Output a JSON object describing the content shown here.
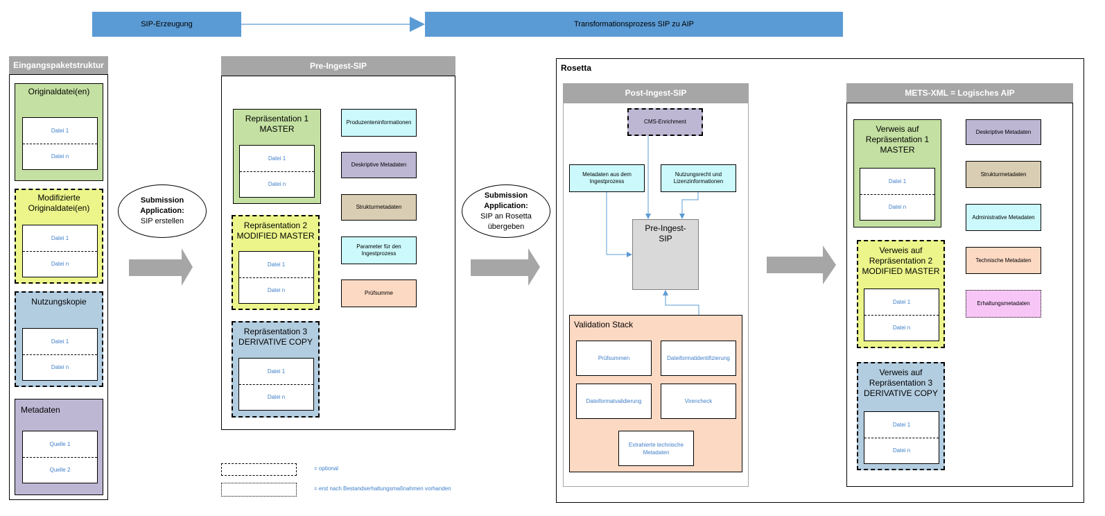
{
  "top": {
    "left_bar": "SIP-Erzeugung",
    "right_bar": "Transformationsprozess SIP zu AIP"
  },
  "ep": {
    "header": "Eingangspaketstruktur",
    "orig": {
      "title": "Originaldatei(en)",
      "f1": "Datei 1",
      "f2": "Datei n"
    },
    "mod": {
      "title": "Modifizierte Originaldatei(en)",
      "f1": "Datei 1",
      "f2": "Datei n"
    },
    "nutz": {
      "title": "Nutzungskopie",
      "f1": "Datei 1",
      "f2": "Datei n"
    },
    "meta": {
      "title": "Metadaten",
      "f1": "Quelle 1",
      "f2": "Quelle 2"
    }
  },
  "sub1": {
    "l1": "Submission",
    "l2": "Application:",
    "l3": "SIP erstellen"
  },
  "pre": {
    "header": "Pre-Ingest-SIP",
    "rep1": {
      "title": "Repräsentation 1 MASTER",
      "f1": "Datei 1",
      "f2": "Datei n"
    },
    "rep2": {
      "title": "Repräsentation 2 MODIFIED MASTER",
      "f1": "Datei 1",
      "f2": "Datei n"
    },
    "rep3": {
      "title": "Repräsentation 3 DERIVATIVE COPY",
      "f1": "Datei 1",
      "f2": "Datei n"
    },
    "m1": "Produzenteninformationen",
    "m2": "Deskriptive Metadaten",
    "m3": "Strukturmetadaten",
    "m4": "Parameter für den Ingestprozess",
    "m5": "Prüfsumme"
  },
  "legend": {
    "optional": "= optional",
    "later": "= erst nach Bestandserhaltungsmaßnahmen vorhanden"
  },
  "sub2": {
    "l1": "Submission",
    "l2": "Application:",
    "l3": "SIP an Rosetta",
    "l4": "übergeben"
  },
  "rosetta": {
    "title": "Rosetta",
    "post": {
      "header": "Post-Ingest-SIP",
      "cms": "CMS-Enrichment",
      "meta_ingest": "Metadaten aus dem Ingestprozess",
      "nutzung": "Nutzungsrecht und Lizenzinformationen",
      "preingest": "Pre-Ingest-SIP",
      "validation": {
        "title": "Validation Stack",
        "v1": "Prüfsummen",
        "v2": "Dateiformatidentifizierung",
        "v3": "Dateiformatvalidierung",
        "v4": "Virencheck",
        "v5": "Extrahierte technische Metadaten"
      }
    },
    "mets": {
      "header": "METS-XML = Logisches AIP",
      "rep1": {
        "title": "Verweis auf Repräsentation 1 MASTER",
        "f1": "Datei 1",
        "f2": "Datei n"
      },
      "rep2": {
        "title": "Verweis auf Repräsentation 2 MODIFIED MASTER",
        "f1": "Datei 1",
        "f2": "Datei n"
      },
      "rep3": {
        "title": "Verweis auf Repräsentation 3 DERIVATIVE COPY",
        "f1": "Datei 1",
        "f2": "Datei n"
      },
      "m1": "Deskriptive Metadaten",
      "m2": "Strukturmetadaten",
      "m3": "Administrative Metadaten",
      "m4": "Technische Metadaten",
      "m5": "Erhaltungsmetadaten"
    }
  },
  "colors": {
    "blue_bar": "#5b9bd5",
    "header_gray": "#a6a6a6",
    "green": "#c4e0a2",
    "yellow": "#ebf58a",
    "light_blue": "#b3cde0",
    "purple": "#bdb7d4",
    "cyan": "#ccfafc",
    "tan": "#d9cdb3",
    "salmon": "#fcd9c3",
    "pink": "#f7c6f7",
    "arrow_gray": "#a6a6a6",
    "file_text_blue": "#3f7ec8"
  }
}
